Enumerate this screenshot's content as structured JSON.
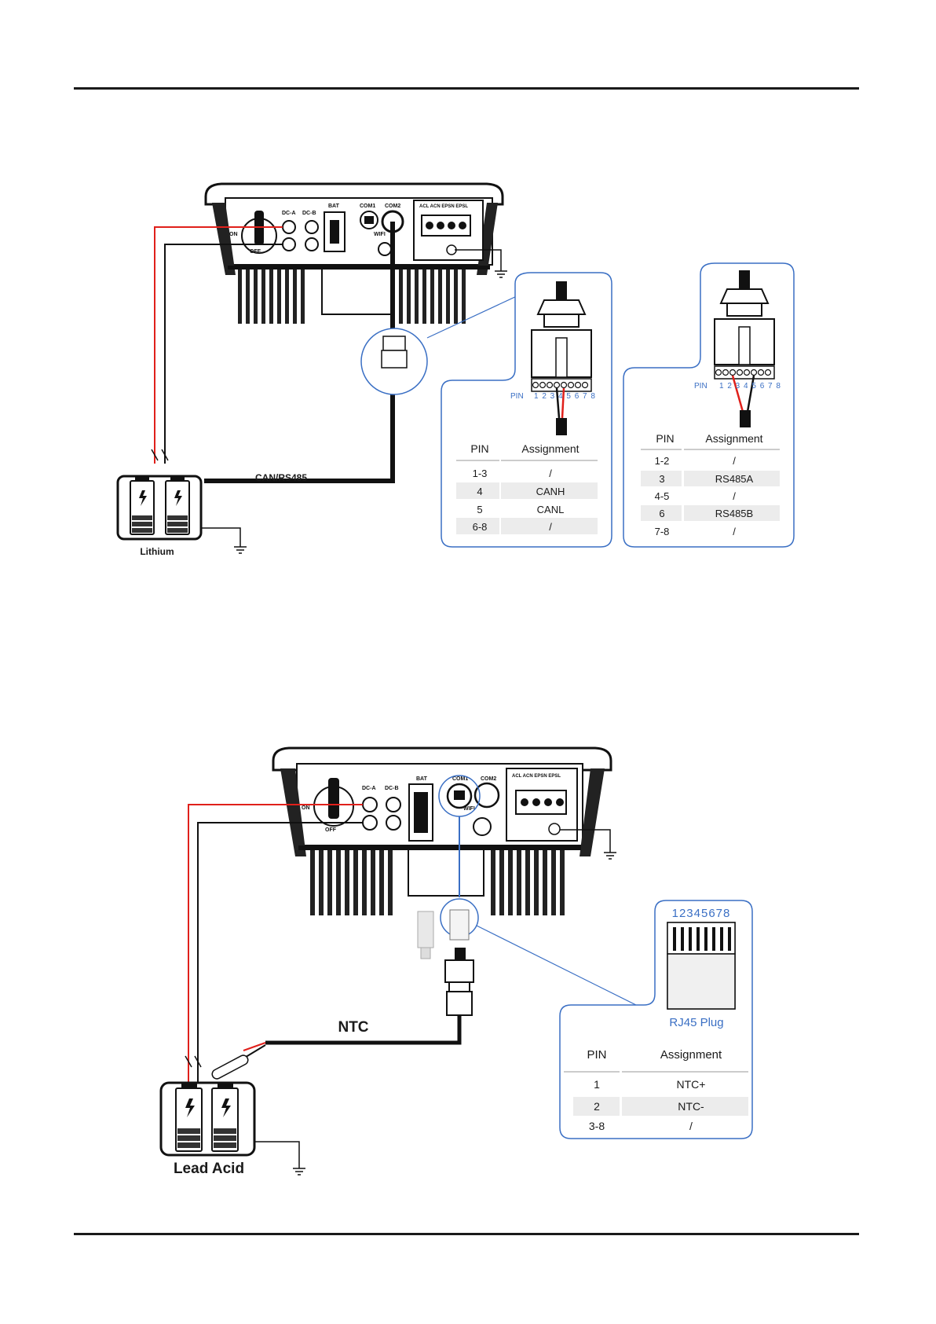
{
  "lithium": {
    "battery_label": "Lithium",
    "cable_label": "CAN/RS485",
    "inverter_ports": {
      "dc_a": "DC-A",
      "dc_b": "DC-B",
      "bat": "BAT",
      "com1": "COM1",
      "com2": "COM2",
      "wifi": "WIFI",
      "on": "ON",
      "off": "OFF",
      "ac_terminals": "ACL ACN EPSN EPSL"
    },
    "can_table": {
      "pin_label": "PIN",
      "pin_numbers": "1 2 3 4 5 6 7 8",
      "headers": [
        "PIN",
        "Assignment"
      ],
      "rows": [
        [
          "1-3",
          "/"
        ],
        [
          "4",
          "CANH"
        ],
        [
          "5",
          "CANL"
        ],
        [
          "6-8",
          "/"
        ]
      ]
    },
    "rs485_table": {
      "pin_label": "PIN",
      "pin_numbers": "1 2 3 4 5 6 7 8",
      "headers": [
        "PIN",
        "Assignment"
      ],
      "rows": [
        [
          "1-2",
          "/"
        ],
        [
          "3",
          "RS485A"
        ],
        [
          "4-5",
          "/"
        ],
        [
          "6",
          "RS485B"
        ],
        [
          "7-8",
          "/"
        ]
      ]
    }
  },
  "lead_acid": {
    "battery_label": "Lead Acid",
    "cable_label": "NTC",
    "inverter_ports": {
      "dc_a": "DC-A",
      "dc_b": "DC-B",
      "bat": "BAT",
      "com1": "COM1",
      "com2": "COM2",
      "wifi": "WIFI",
      "on": "ON",
      "off": "OFF",
      "ac_terminals": "ACL ACN EPSN EPSL"
    },
    "rj45": {
      "pin_numbers": "12345678",
      "caption": "RJ45 Plug"
    },
    "ntc_table": {
      "headers": [
        "PIN",
        "Assignment"
      ],
      "rows": [
        [
          "1",
          "NTC+"
        ],
        [
          "2",
          "NTC-"
        ],
        [
          "3-8",
          "/"
        ]
      ]
    }
  },
  "colors": {
    "accent_blue": "#3a6fc4",
    "wire_red": "#e0201b",
    "wire_black": "#111111",
    "row_shade": "#ececec"
  }
}
